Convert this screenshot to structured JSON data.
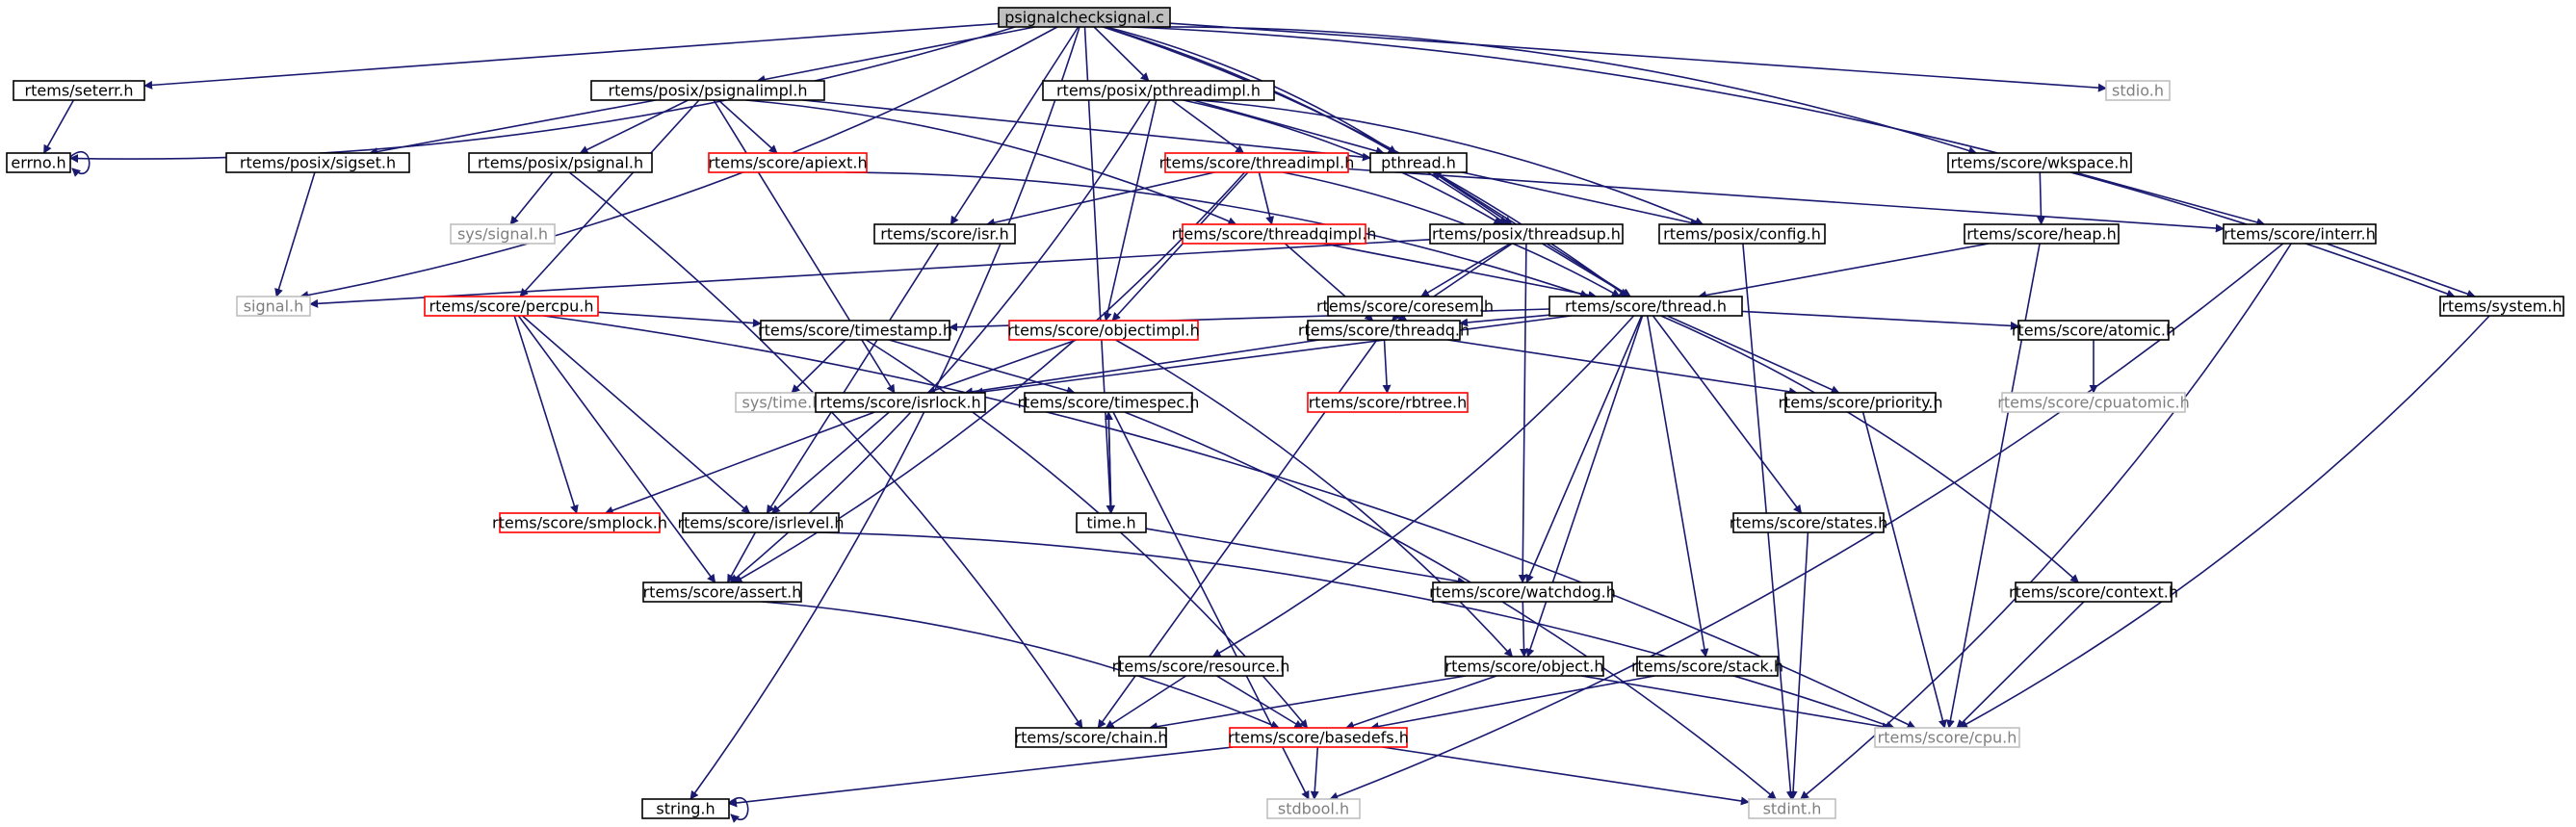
{
  "diagram": {
    "title": "psignalchecksignal.c",
    "colors": {
      "edge": "#191970",
      "border": "#000000",
      "broken_border": "#ff0000",
      "external_border": "#bfbfbf",
      "external_text": "#7f7f7f",
      "root_fill": "#bfbfbf",
      "text": "#000000"
    },
    "nodes": [
      {
        "id": "root",
        "label": "psignalchecksignal.c",
        "kind": "root"
      },
      {
        "id": "seterr",
        "label": "rtems/seterr.h",
        "kind": "normal"
      },
      {
        "id": "errno",
        "label": "errno.h",
        "kind": "normal"
      },
      {
        "id": "psignalimpl",
        "label": "rtems/posix/psignalimpl.h",
        "kind": "normal"
      },
      {
        "id": "pthreadimpl",
        "label": "rtems/posix/pthreadimpl.h",
        "kind": "normal"
      },
      {
        "id": "stdio",
        "label": "stdio.h",
        "kind": "external"
      },
      {
        "id": "sigset",
        "label": "rtems/posix/sigset.h",
        "kind": "normal"
      },
      {
        "id": "psignal",
        "label": "rtems/posix/psignal.h",
        "kind": "normal"
      },
      {
        "id": "apiext",
        "label": "rtems/score/apiext.h",
        "kind": "broken"
      },
      {
        "id": "threadimpl",
        "label": "rtems/score/threadimpl.h",
        "kind": "broken"
      },
      {
        "id": "pthread",
        "label": "pthread.h",
        "kind": "normal"
      },
      {
        "id": "wkspace",
        "label": "rtems/score/wkspace.h",
        "kind": "normal"
      },
      {
        "id": "syssignal",
        "label": "sys/signal.h",
        "kind": "external"
      },
      {
        "id": "isr",
        "label": "rtems/score/isr.h",
        "kind": "normal"
      },
      {
        "id": "threadqimpl",
        "label": "rtems/score/threadqimpl.h",
        "kind": "broken"
      },
      {
        "id": "threadsup",
        "label": "rtems/posix/threadsup.h",
        "kind": "normal"
      },
      {
        "id": "config",
        "label": "rtems/posix/config.h",
        "kind": "normal"
      },
      {
        "id": "heap",
        "label": "rtems/score/heap.h",
        "kind": "normal"
      },
      {
        "id": "interr",
        "label": "rtems/score/interr.h",
        "kind": "normal"
      },
      {
        "id": "signal",
        "label": "signal.h",
        "kind": "external"
      },
      {
        "id": "percpu",
        "label": "rtems/score/percpu.h",
        "kind": "broken"
      },
      {
        "id": "coresem",
        "label": "rtems/score/coresem.h",
        "kind": "normal"
      },
      {
        "id": "thread",
        "label": "rtems/score/thread.h",
        "kind": "normal"
      },
      {
        "id": "system",
        "label": "rtems/system.h",
        "kind": "normal"
      },
      {
        "id": "timestamp",
        "label": "rtems/score/timestamp.h",
        "kind": "normal"
      },
      {
        "id": "objectimpl",
        "label": "rtems/score/objectimpl.h",
        "kind": "broken"
      },
      {
        "id": "threadq",
        "label": "rtems/score/threadq.h",
        "kind": "normal"
      },
      {
        "id": "atomic",
        "label": "rtems/score/atomic.h",
        "kind": "normal"
      },
      {
        "id": "systime",
        "label": "sys/time.h",
        "kind": "external"
      },
      {
        "id": "rbtree",
        "label": "rtems/score/rbtree.h",
        "kind": "broken"
      },
      {
        "id": "cpuatomic",
        "label": "rtems/score/cpuatomic.h",
        "kind": "external"
      },
      {
        "id": "isrlock",
        "label": "rtems/score/isrlock.h",
        "kind": "normal"
      },
      {
        "id": "timespec",
        "label": "rtems/score/timespec.h",
        "kind": "normal"
      },
      {
        "id": "priority",
        "label": "rtems/score/priority.h",
        "kind": "normal"
      },
      {
        "id": "smplock",
        "label": "rtems/score/smplock.h",
        "kind": "broken"
      },
      {
        "id": "isrlevel",
        "label": "rtems/score/isrlevel.h",
        "kind": "normal"
      },
      {
        "id": "time",
        "label": "time.h",
        "kind": "normal"
      },
      {
        "id": "states",
        "label": "rtems/score/states.h",
        "kind": "normal"
      },
      {
        "id": "assert",
        "label": "rtems/score/assert.h",
        "kind": "normal"
      },
      {
        "id": "watchdog",
        "label": "rtems/score/watchdog.h",
        "kind": "normal"
      },
      {
        "id": "context",
        "label": "rtems/score/context.h",
        "kind": "normal"
      },
      {
        "id": "resource",
        "label": "rtems/score/resource.h",
        "kind": "normal"
      },
      {
        "id": "object",
        "label": "rtems/score/object.h",
        "kind": "normal"
      },
      {
        "id": "stack",
        "label": "rtems/score/stack.h",
        "kind": "normal"
      },
      {
        "id": "chain",
        "label": "rtems/score/chain.h",
        "kind": "normal"
      },
      {
        "id": "basedefs",
        "label": "rtems/score/basedefs.h",
        "kind": "broken"
      },
      {
        "id": "cpu",
        "label": "rtems/score/cpu.h",
        "kind": "external"
      },
      {
        "id": "string",
        "label": "string.h",
        "kind": "normal"
      },
      {
        "id": "stdbool",
        "label": "stdbool.h",
        "kind": "external"
      },
      {
        "id": "stdint",
        "label": "stdint.h",
        "kind": "external"
      }
    ],
    "edges": [
      [
        "root",
        "seterr"
      ],
      [
        "root",
        "errno"
      ],
      [
        "root",
        "psignalimpl"
      ],
      [
        "root",
        "pthreadimpl"
      ],
      [
        "root",
        "stdio"
      ],
      [
        "root",
        "signal"
      ],
      [
        "root",
        "string"
      ],
      [
        "root",
        "pthread"
      ],
      [
        "root",
        "isr"
      ],
      [
        "root",
        "threadsup"
      ],
      [
        "root",
        "thread"
      ],
      [
        "root",
        "wkspace"
      ],
      [
        "root",
        "system"
      ],
      [
        "root",
        "time"
      ],
      [
        "seterr",
        "errno"
      ],
      [
        "errno",
        "errno"
      ],
      [
        "psignalimpl",
        "sigset"
      ],
      [
        "psignalimpl",
        "psignal"
      ],
      [
        "psignalimpl",
        "apiext"
      ],
      [
        "psignalimpl",
        "pthread"
      ],
      [
        "psignalimpl",
        "threadqimpl"
      ],
      [
        "psignalimpl",
        "percpu"
      ],
      [
        "psignalimpl",
        "isrlock"
      ],
      [
        "sigset",
        "signal"
      ],
      [
        "psignal",
        "syssignal"
      ],
      [
        "psignal",
        "chain"
      ],
      [
        "apiext",
        "thread"
      ],
      [
        "pthreadimpl",
        "threadimpl"
      ],
      [
        "pthreadimpl",
        "pthread"
      ],
      [
        "pthreadimpl",
        "threadsup"
      ],
      [
        "pthreadimpl",
        "config"
      ],
      [
        "pthreadimpl",
        "objectimpl"
      ],
      [
        "pthreadimpl",
        "assert"
      ],
      [
        "threadimpl",
        "isr"
      ],
      [
        "threadimpl",
        "threadqimpl"
      ],
      [
        "threadimpl",
        "thread"
      ],
      [
        "threadimpl",
        "objectimpl"
      ],
      [
        "threadimpl",
        "interr"
      ],
      [
        "threadimpl",
        "assert"
      ],
      [
        "pthread",
        "threadsup"
      ],
      [
        "pthread",
        "config"
      ],
      [
        "pthread",
        "thread"
      ],
      [
        "threadsup",
        "pthread"
      ],
      [
        "threadsup",
        "signal"
      ],
      [
        "threadsup",
        "coresem"
      ],
      [
        "threadsup",
        "thread"
      ],
      [
        "threadsup",
        "threadq"
      ],
      [
        "threadsup",
        "watchdog"
      ],
      [
        "isr",
        "isrlevel"
      ],
      [
        "threadqimpl",
        "thread"
      ],
      [
        "threadqimpl",
        "threadq"
      ],
      [
        "config",
        "stdint"
      ],
      [
        "wkspace",
        "heap"
      ],
      [
        "wkspace",
        "interr"
      ],
      [
        "heap",
        "thread"
      ],
      [
        "heap",
        "cpu"
      ],
      [
        "interr",
        "system"
      ],
      [
        "interr",
        "stdbool"
      ],
      [
        "interr",
        "stdint"
      ],
      [
        "system",
        "cpu"
      ],
      [
        "coresem",
        "threadq"
      ],
      [
        "percpu",
        "timestamp"
      ],
      [
        "percpu",
        "smplock"
      ],
      [
        "percpu",
        "isrlevel"
      ],
      [
        "percpu",
        "assert"
      ],
      [
        "percpu",
        "cpu"
      ],
      [
        "thread",
        "timestamp"
      ],
      [
        "thread",
        "threadq"
      ],
      [
        "thread",
        "atomic"
      ],
      [
        "thread",
        "priority"
      ],
      [
        "thread",
        "isrlock"
      ],
      [
        "thread",
        "watchdog"
      ],
      [
        "thread",
        "states"
      ],
      [
        "thread",
        "object"
      ],
      [
        "thread",
        "resource"
      ],
      [
        "thread",
        "stack"
      ],
      [
        "thread",
        "context"
      ],
      [
        "timestamp",
        "systime"
      ],
      [
        "timestamp",
        "timespec"
      ],
      [
        "timestamp",
        "basedefs"
      ],
      [
        "objectimpl",
        "isrlock"
      ],
      [
        "objectimpl",
        "object"
      ],
      [
        "threadq",
        "rbtree"
      ],
      [
        "threadq",
        "priority"
      ],
      [
        "threadq",
        "isrlock"
      ],
      [
        "threadq",
        "chain"
      ],
      [
        "atomic",
        "cpuatomic"
      ],
      [
        "isrlock",
        "smplock"
      ],
      [
        "isrlock",
        "isrlevel"
      ],
      [
        "timespec",
        "time"
      ],
      [
        "timespec",
        "stdbool"
      ],
      [
        "timespec",
        "stdint"
      ],
      [
        "time",
        "timespec"
      ],
      [
        "time",
        "watchdog"
      ],
      [
        "priority",
        "cpu"
      ],
      [
        "isrlevel",
        "assert"
      ],
      [
        "isrlevel",
        "cpu"
      ],
      [
        "states",
        "stdint"
      ],
      [
        "assert",
        "basedefs"
      ],
      [
        "watchdog",
        "object"
      ],
      [
        "context",
        "cpu"
      ],
      [
        "resource",
        "chain"
      ],
      [
        "resource",
        "basedefs"
      ],
      [
        "object",
        "chain"
      ],
      [
        "object",
        "basedefs"
      ],
      [
        "object",
        "cpu"
      ],
      [
        "stack",
        "basedefs"
      ],
      [
        "basedefs",
        "string"
      ],
      [
        "basedefs",
        "stdbool"
      ],
      [
        "basedefs",
        "stdint"
      ],
      [
        "string",
        "string"
      ]
    ]
  }
}
